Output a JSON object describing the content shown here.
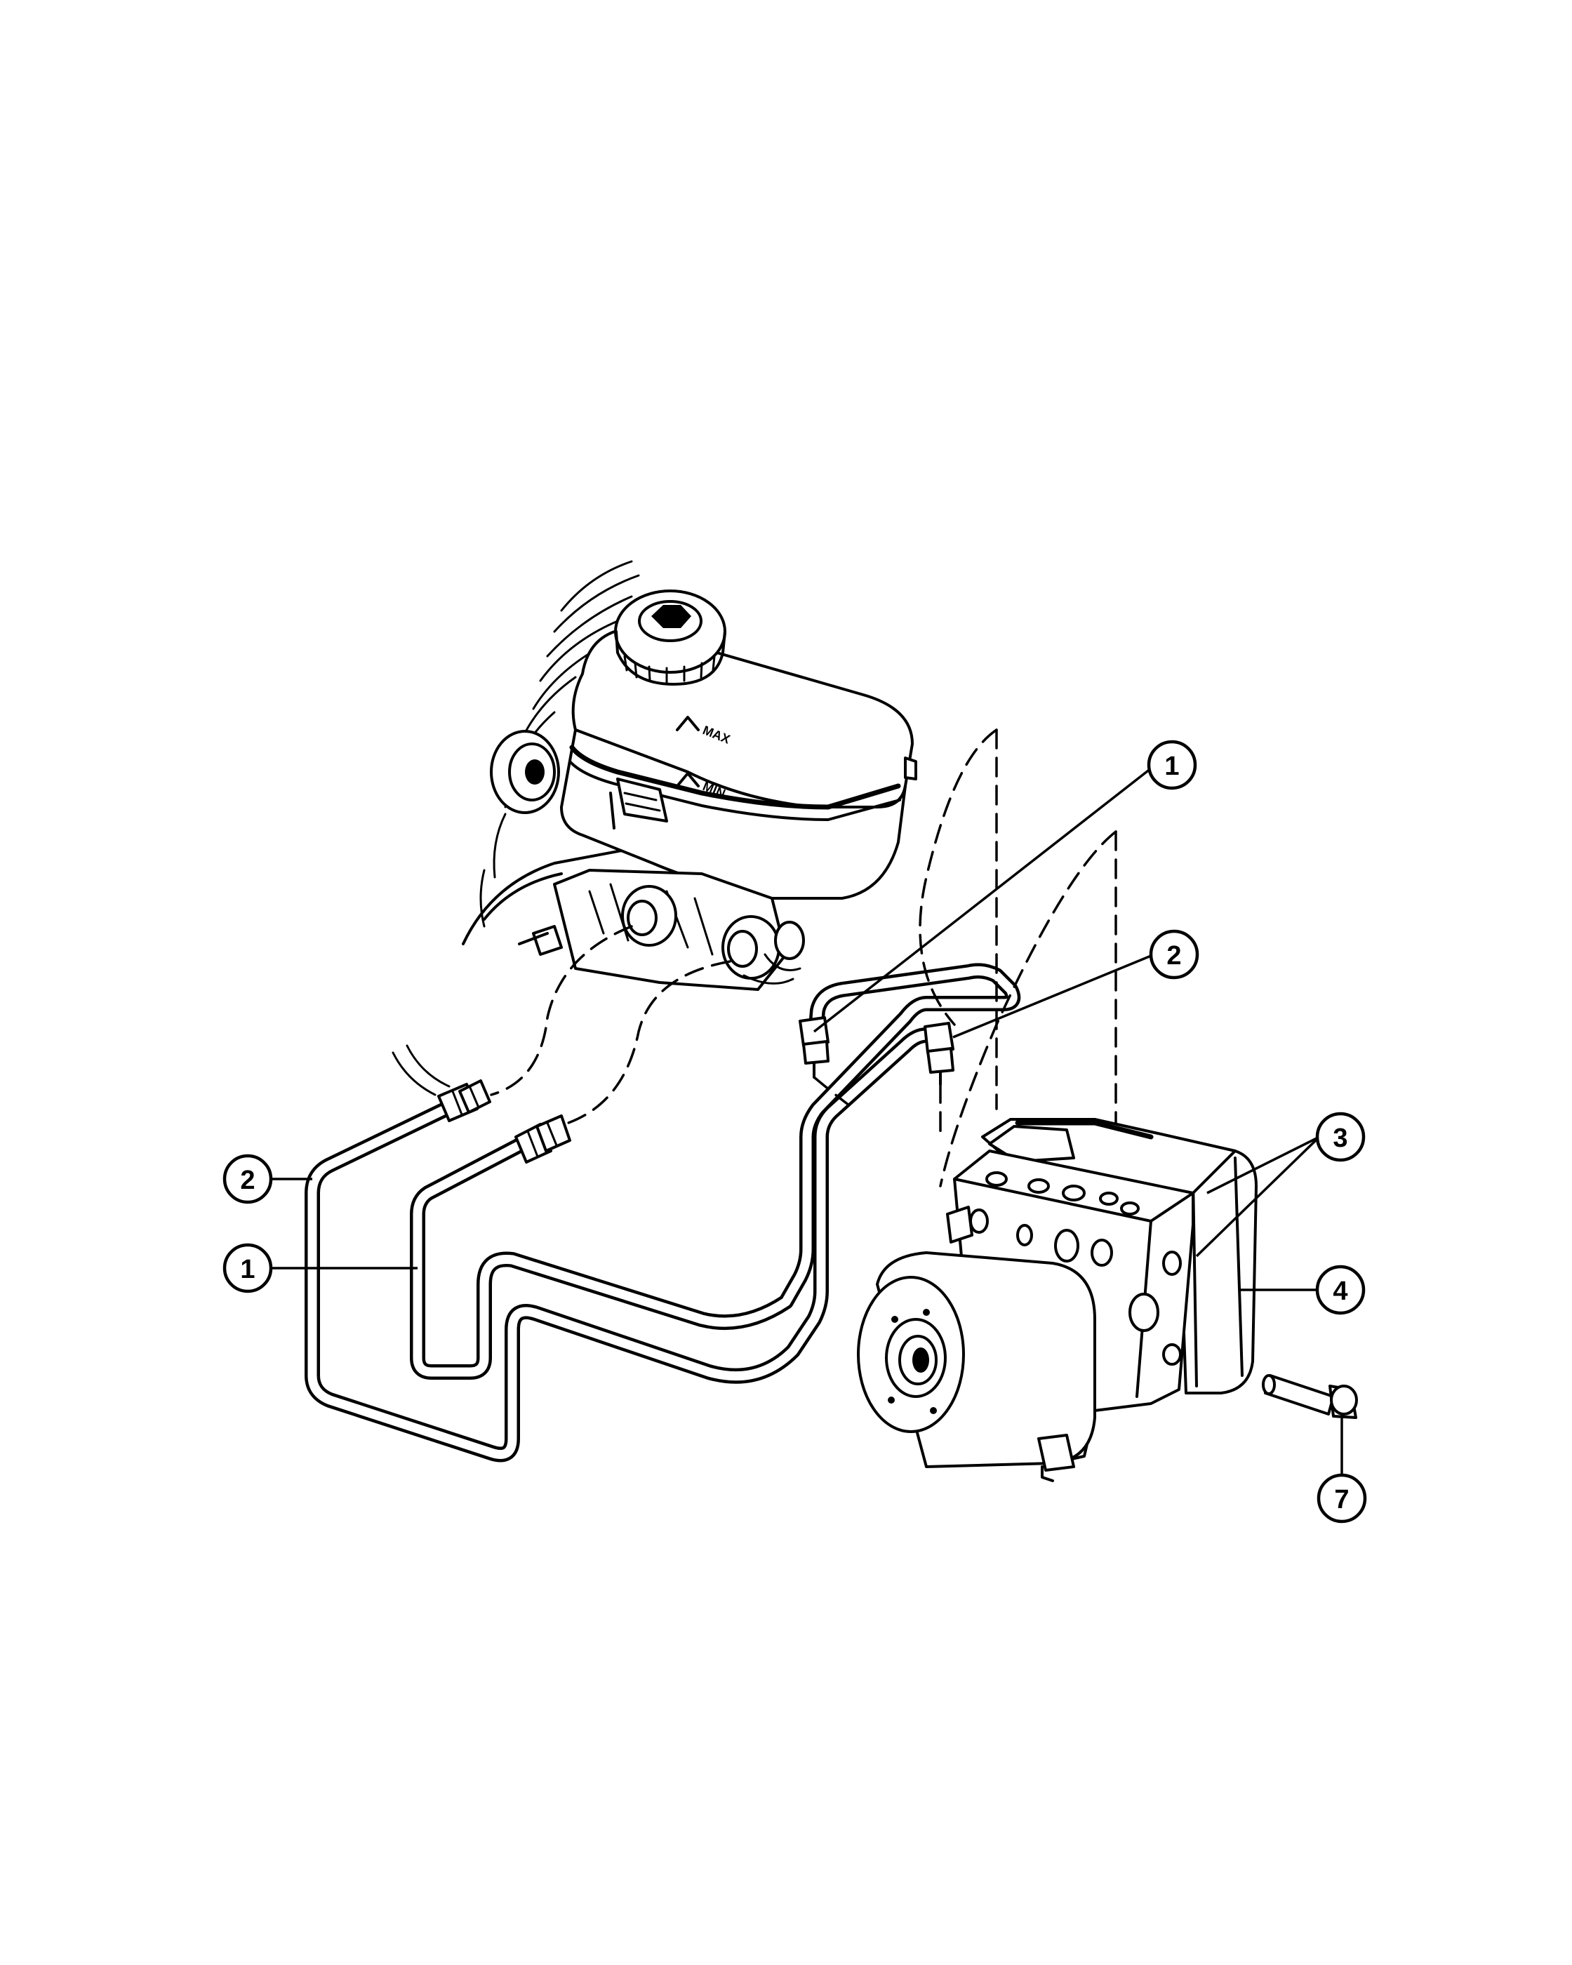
{
  "diagram": {
    "callouts": [
      {
        "id": "callout-1-upper",
        "label": "1"
      },
      {
        "id": "callout-2-upper",
        "label": "2"
      },
      {
        "id": "callout-2-left",
        "label": "2"
      },
      {
        "id": "callout-1-left",
        "label": "1"
      },
      {
        "id": "callout-3",
        "label": "3"
      },
      {
        "id": "callout-4",
        "label": "4"
      },
      {
        "id": "callout-7",
        "label": "7"
      }
    ],
    "reservoir_marks": [
      "MAX",
      "MIN"
    ]
  }
}
